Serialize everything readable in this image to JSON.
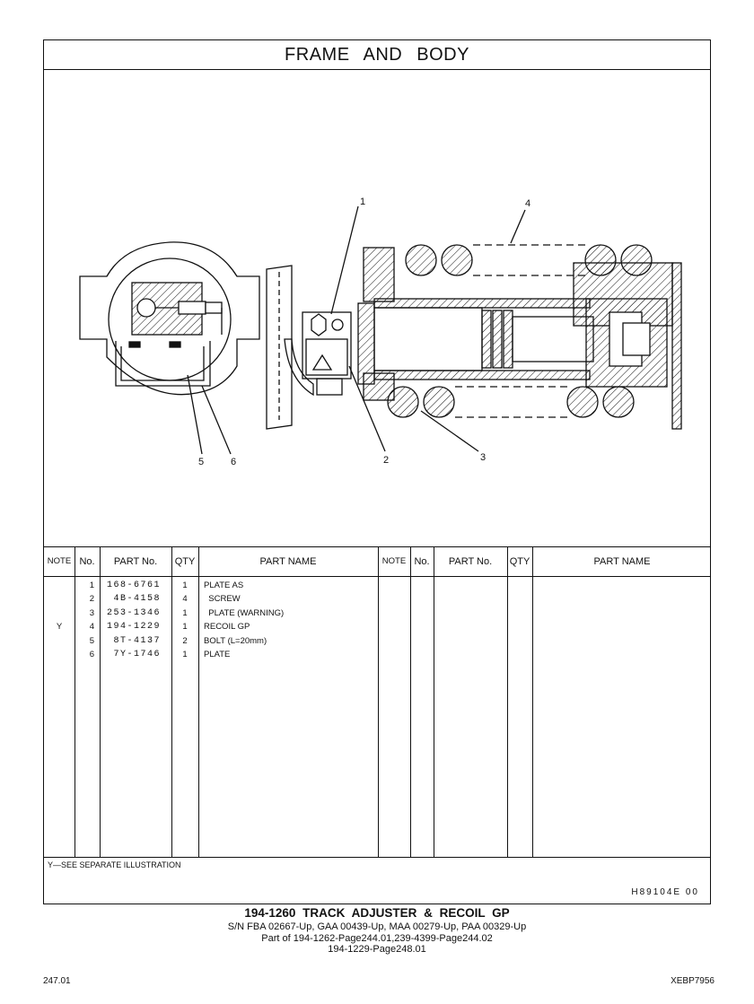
{
  "page_title": "FRAME   AND   BODY",
  "callouts": [
    "1",
    "2",
    "3",
    "4",
    "5",
    "6"
  ],
  "table": {
    "headers": {
      "note": "NOTE",
      "no": "No.",
      "part_no": "PART No.",
      "qty": "QTY",
      "part_name": "PART NAME"
    },
    "rows": [
      {
        "note": "",
        "no": "1",
        "part_no": "168-6761",
        "qty": "1",
        "name": "PLATE AS"
      },
      {
        "note": "",
        "no": "2",
        "part_no": " 4B-4158",
        "qty": "4",
        "name": "  SCREW"
      },
      {
        "note": "",
        "no": "3",
        "part_no": "253-1346",
        "qty": "1",
        "name": "  PLATE (WARNING)"
      },
      {
        "note": "Y",
        "no": "4",
        "part_no": "194-1229",
        "qty": "1",
        "name": "RECOIL GP"
      },
      {
        "note": "",
        "no": "5",
        "part_no": " 8T-4137",
        "qty": "2",
        "name": "BOLT (L=20mm)"
      },
      {
        "note": "",
        "no": "6",
        "part_no": " 7Y-1746",
        "qty": "1",
        "name": "PLATE"
      }
    ]
  },
  "footnote": "Y—SEE SEPARATE ILLUSTRATION",
  "illustration_code": "H89104E   00",
  "group_title": "194-1260  TRACK ADJUSTER & RECOIL GP",
  "serial_line": "S/N FBA 02667-Up, GAA 00439-Up, MAA 00279-Up, PAA 00329-Up",
  "part_of_line1": "Part of 194-1262-Page244.01,239-4399-Page244.02",
  "part_of_line2": "194-1229-Page248.01",
  "page_number": "247.01",
  "doc_code": "XEBP7956"
}
